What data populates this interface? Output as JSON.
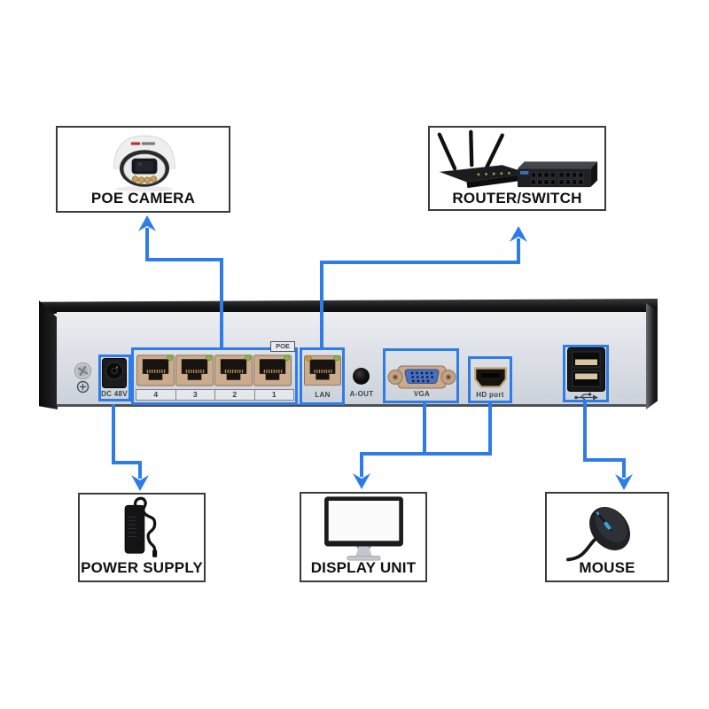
{
  "diagram": {
    "devices": {
      "poe_camera": {
        "label": "POE CAMERA"
      },
      "router_switch": {
        "label": "ROUTER/SWITCH"
      },
      "power_supply": {
        "label": "POWER SUPPLY"
      },
      "display_unit": {
        "label": "DISPLAY UNIT"
      },
      "mouse": {
        "label": "MOUSE"
      }
    },
    "nvr_panel": {
      "dc_label": "DC 48V",
      "poe_tag": "POE",
      "poe_port_numbers": [
        "4",
        "3",
        "2",
        "1"
      ],
      "lan_label": "LAN",
      "aout_label": "A-OUT",
      "vga_label": "VGA",
      "hd_label": "HD port"
    },
    "connections": [
      {
        "from": "POE ports",
        "to": "POE CAMERA"
      },
      {
        "from": "LAN",
        "to": "ROUTER/SWITCH"
      },
      {
        "from": "DC 48V",
        "to": "POWER SUPPLY"
      },
      {
        "from": "VGA",
        "to": "DISPLAY UNIT"
      },
      {
        "from": "HD port",
        "to": "DISPLAY UNIT"
      },
      {
        "from": "USB",
        "to": "MOUSE"
      }
    ],
    "colors": {
      "arrow_blue": "#2e7ce8",
      "box_border": "#3c3c3c",
      "panel_face": "#dde1e7",
      "panel_dark": "#161616",
      "rj45_bronze": "#cbab8d",
      "led_green": "#86b844",
      "led_yellow": "#c9a227",
      "vga_blue": "#4a70c2"
    }
  }
}
